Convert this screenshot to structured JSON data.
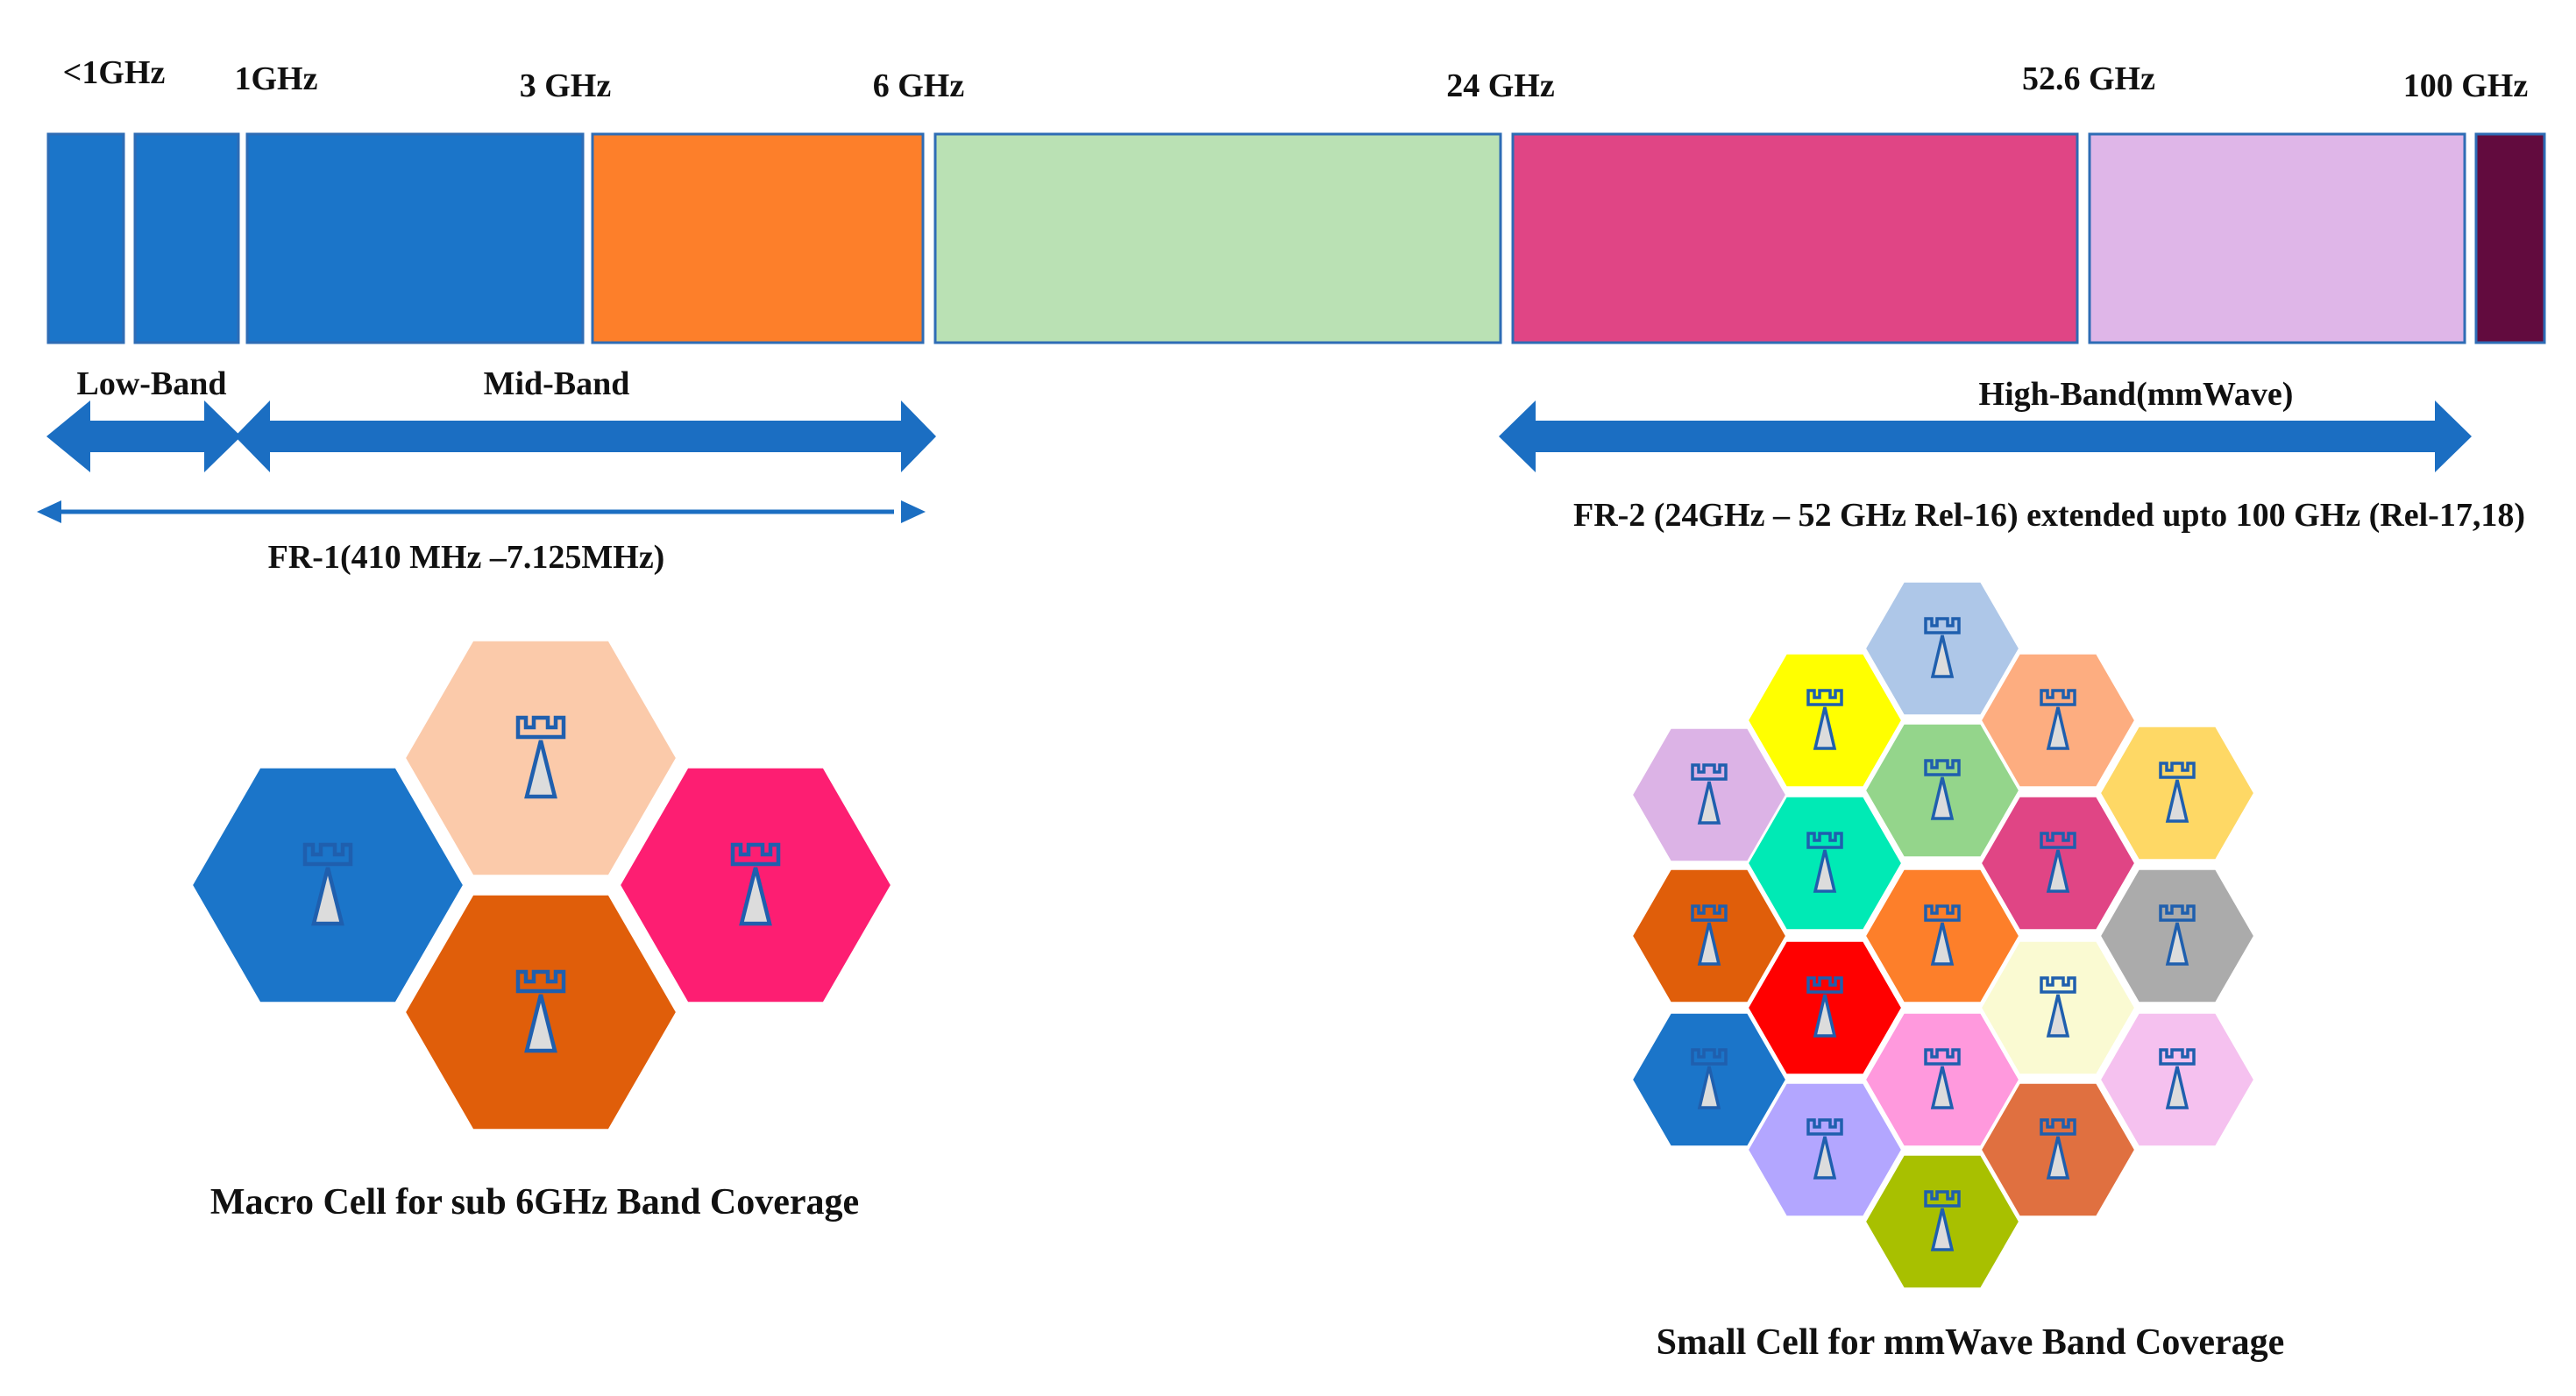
{
  "spectrum": {
    "freq_labels": [
      "<1GHz",
      "1GHz",
      "3 GHz",
      "6 GHz",
      "24 GHz",
      "52.6 GHz",
      "100 GHz"
    ],
    "blocks": [
      {
        "color": "#1b75c9"
      },
      {
        "color": "#1b75c9"
      },
      {
        "color": "#1b75c9"
      },
      {
        "color": "#fd7f2a"
      },
      {
        "color": "#bae1b4"
      },
      {
        "color": "#e04585"
      },
      {
        "color": "#dfb6e8"
      },
      {
        "color": "#620b3e"
      }
    ],
    "block_border": "#2e6cb5"
  },
  "bands": {
    "low_band": "Low-Band",
    "mid_band": "Mid-Band",
    "high_band": "High-Band(mmWave)",
    "arrow_color": "#1b6ec2"
  },
  "ranges": {
    "fr1": "FR-1(410 MHz –7.125MHz)",
    "fr2": "FR-2 (24GHz – 52 GHz Rel-16) extended upto 100 GHz (Rel-17,18)"
  },
  "macro": {
    "caption": "Macro Cell for sub 6GHz Band Coverage",
    "cells": [
      {
        "color": "#1b75c9",
        "icon": "tower-icon"
      },
      {
        "color": "#fbcaaa",
        "icon": "tower-icon"
      },
      {
        "color": "#e05e0a",
        "icon": "tower-icon"
      },
      {
        "color": "#fd1e72",
        "icon": "tower-icon"
      }
    ]
  },
  "small": {
    "caption": "Small Cell for mmWave Band Coverage",
    "cells": [
      {
        "color": "#aec7e8",
        "icon": "tower-icon"
      },
      {
        "color": "#ffff00",
        "icon": "tower-icon"
      },
      {
        "color": "#fdad80",
        "icon": "tower-icon"
      },
      {
        "color": "#dcb3e6",
        "icon": "tower-icon"
      },
      {
        "color": "#94d58b",
        "icon": "tower-icon"
      },
      {
        "color": "#fed865",
        "icon": "tower-icon"
      },
      {
        "color": "#00eab5",
        "icon": "tower-icon"
      },
      {
        "color": "#e04585",
        "icon": "tower-icon"
      },
      {
        "color": "#e05e0a",
        "icon": "tower-icon"
      },
      {
        "color": "#fd7f2a",
        "icon": "tower-icon"
      },
      {
        "color": "#ababab",
        "icon": "tower-icon"
      },
      {
        "color": "#ff0000",
        "icon": "tower-icon"
      },
      {
        "color": "#fafad2",
        "icon": "tower-icon"
      },
      {
        "color": "#1b75c9",
        "icon": "tower-icon"
      },
      {
        "color": "#ff99dd",
        "icon": "tower-icon"
      },
      {
        "color": "#f5c1ef",
        "icon": "tower-icon"
      },
      {
        "color": "#b3a6ff",
        "icon": "tower-icon"
      },
      {
        "color": "#e07040",
        "icon": "tower-icon"
      },
      {
        "color": "#a8c000",
        "icon": "tower-icon"
      }
    ]
  },
  "tower_colors": {
    "outline": "#1f5fae",
    "fill": "#dcdcdc"
  }
}
